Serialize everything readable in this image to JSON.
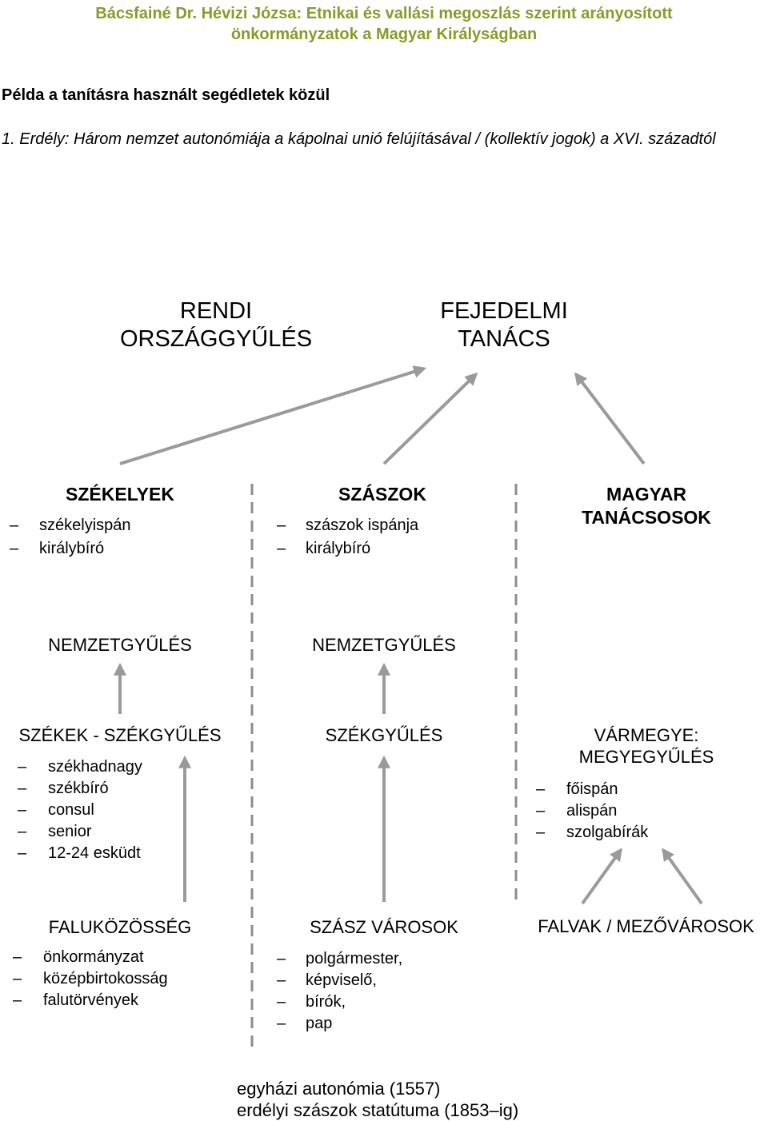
{
  "header": {
    "line1": "Bácsfainé Dr. Hévizi Józsa: Etnikai és vallási megoszlás szerint arányosított",
    "line2": "önkormányzatok a Magyar Királyságban"
  },
  "section_title": "Példa a tanításra használt segédletek közül",
  "intro": "1. Erdély: Három nemzet autonómiája a kápolnai unió felújításával / (kollektív jogok) a XVI. századtól",
  "top": {
    "rendi_line1": "RENDI",
    "rendi_line2": "ORSZÁGGYŰLÉS",
    "fejedelmi_line1": "FEJEDELMI",
    "fejedelmi_line2": "TANÁCS"
  },
  "nations": {
    "szekelyek": {
      "title": "SZÉKELYEK",
      "items": [
        "székelyispán",
        "királybíró"
      ]
    },
    "szaszok": {
      "title": "SZÁSZOK",
      "items": [
        "szászok ispánja",
        "királybíró"
      ]
    },
    "magyar_line1": "MAGYAR",
    "magyar_line2": "TANÁCSOSOK"
  },
  "nemzetgyules": {
    "left": "NEMZETGYŰLÉS",
    "middle": "NEMZETGYŰLÉS"
  },
  "level3": {
    "szekek": {
      "title": "SZÉKEK - SZÉKGYŰLÉS",
      "items": [
        "székhadnagy",
        "székbíró",
        "consul",
        "senior",
        "12-24 esküdt"
      ]
    },
    "szekgyules": "SZÉKGYŰLÉS",
    "varmegye": {
      "title_line1": "VÁRMEGYE:",
      "title_line2": "MEGYEGYŰLÉS",
      "items": [
        "főispán",
        "alispán",
        "szolgabírák"
      ]
    }
  },
  "level4": {
    "falukozosseg": {
      "title": "FALUKÖZÖSSÉG",
      "items": [
        "önkormányzat",
        "középbirtokosság",
        "falutörvények"
      ]
    },
    "szasz_varosok": {
      "title": "SZÁSZ VÁROSOK",
      "items": [
        "polgármester,",
        "képviselő,",
        "bírók,",
        "pap"
      ]
    },
    "falvak": "FALVAK / MEZŐVÁROSOK"
  },
  "footer": {
    "line1": "egyházi autonómia (1557)",
    "line2": "erdélyi szászok statútuma (1853–ig)"
  },
  "dash_glyph": "–",
  "colors": {
    "header": "#8a9a2a",
    "arrow": "#9a9a9a",
    "divider": "#8c8c8c"
  }
}
